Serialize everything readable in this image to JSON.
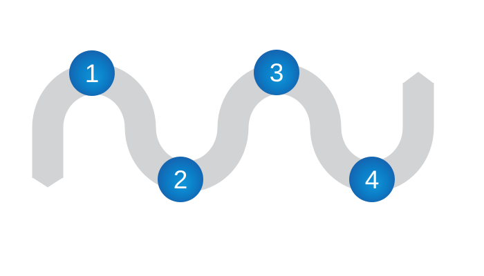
{
  "diagram": {
    "type": "wave-process-flow",
    "description": "Serpentine gray ribbon timeline with pointed start and end tips and four numbered circular step markers placed on alternating crests and troughs",
    "steps": [
      {
        "label": "1",
        "position": "crest"
      },
      {
        "label": "2",
        "position": "trough"
      },
      {
        "label": "3",
        "position": "crest"
      },
      {
        "label": "4",
        "position": "trough"
      }
    ]
  },
  "colors": {
    "background": "#ffffff",
    "track": "#d1d3d4",
    "node_light": "#1095d9",
    "node_mid": "#0b7cc6",
    "node_dark": "#1b58a4",
    "node_text": "#ffffff"
  }
}
